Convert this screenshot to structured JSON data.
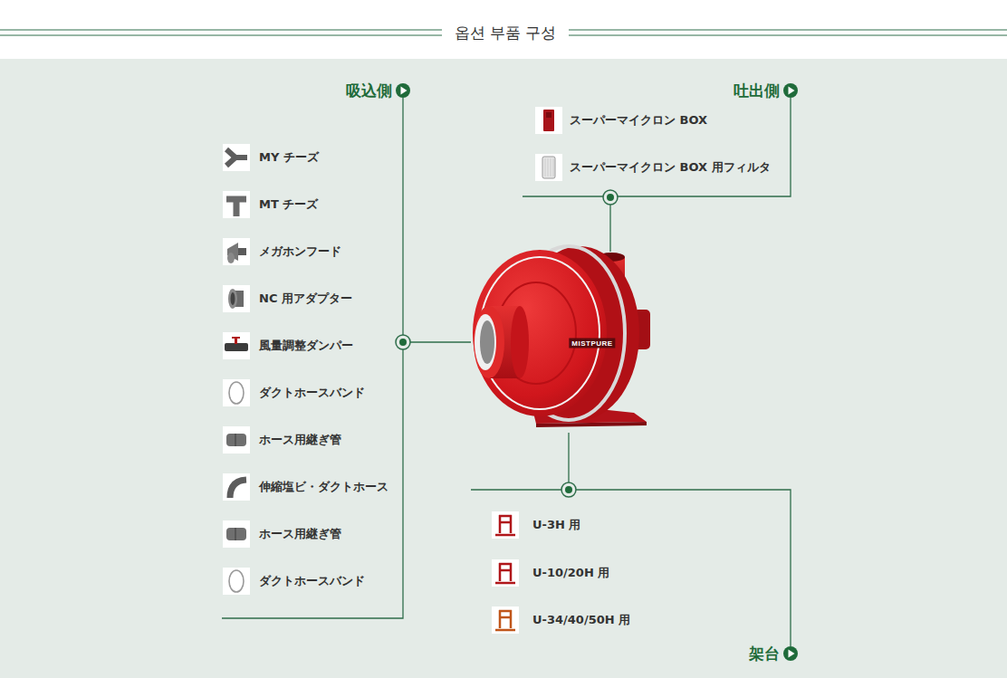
{
  "diagram": {
    "title": "옵션 부품 구성",
    "labels": [
      "吸込側",
      "MY チーズ",
      "MT チーズ",
      "メガホンフード",
      "NC 用アダプター",
      "風量調整ダンパー",
      "ダクトホースバンド",
      "ホース用継ぎ管",
      "伸縮塩ビ・ダクトホース",
      "ホース用継ぎ管",
      "ダクトホースバンド",
      "吐出側",
      "スーパーマイクロン BOX",
      "スーパーマイクロン BOX 用フィルタ",
      "MISTPURE",
      "U-3H 用",
      "U-10/20H 用",
      "U-34/40/50H 用",
      "架台"
    ]
  }
}
